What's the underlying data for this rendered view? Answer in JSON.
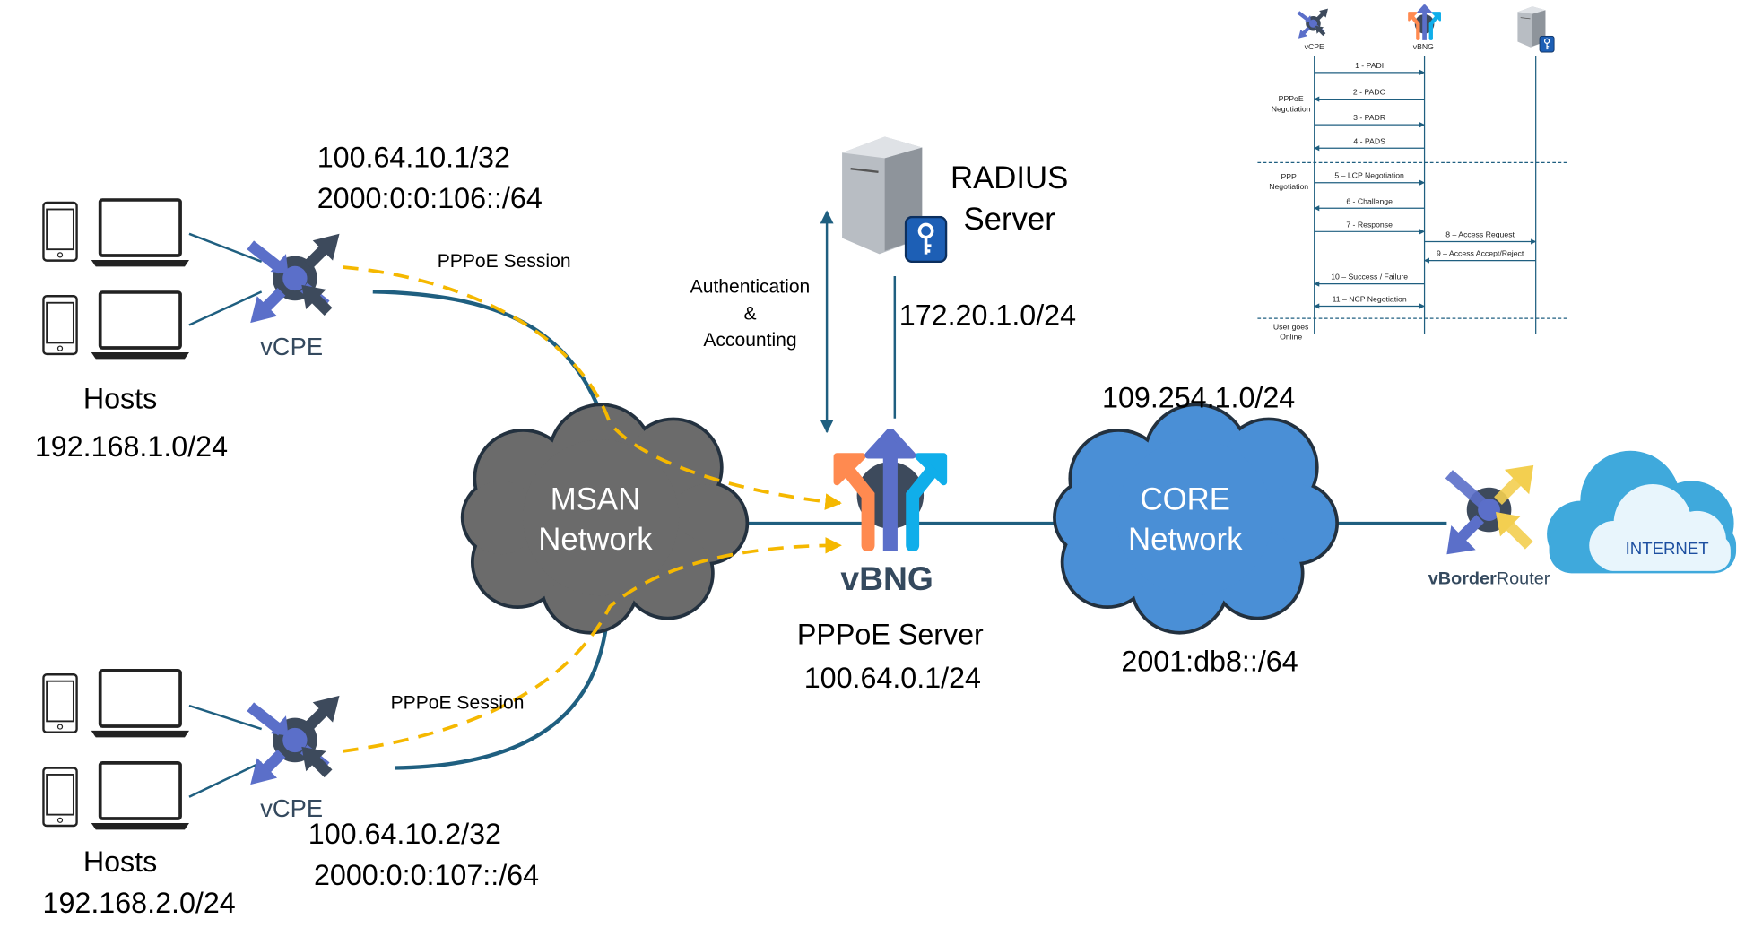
{
  "colors": {
    "link": "#1f5f80",
    "session": "#f5b800",
    "msan_cloud": "#6b6b6b",
    "core_cloud": "#4a8fd6",
    "cloud_outline": "#23313f",
    "vbng_orange": "#ff8a50",
    "vbng_purple": "#5b6fc9",
    "vbng_cyan": "#10aeea",
    "router_yellow": "#f3cf50"
  },
  "hosts_top": {
    "label": "Hosts",
    "subnet": "192.168.1.0/24"
  },
  "hosts_bottom": {
    "label": "Hosts",
    "subnet": "192.168.2.0/24"
  },
  "vcpe_top": {
    "label": "vCPE",
    "ipv4": "100.64.10.1/32",
    "ipv6": "2000:0:0:106::/64",
    "session": "PPPoE Session"
  },
  "vcpe_bottom": {
    "label": "vCPE",
    "ipv4": "100.64.10.2/32",
    "ipv6": "2000:0:0:107::/64",
    "session": "PPPoE Session"
  },
  "msan": {
    "line1": "MSAN",
    "line2": "Network"
  },
  "vbng": {
    "label": "vBNG",
    "role": "PPPoE Server",
    "ip": "100.64.0.1/24"
  },
  "auth": {
    "line1": "Authentication",
    "line2": "&",
    "line3": "Accounting"
  },
  "radius": {
    "line1": "RADIUS",
    "line2": "Server",
    "subnet": "172.20.1.0/24"
  },
  "core": {
    "line1": "CORE",
    "line2": "Network",
    "ipv4": "109.254.1.0/24",
    "ipv6": "2001:db8::/64"
  },
  "border": {
    "label_bold": "vBorder",
    "label_rest": "Router"
  },
  "internet": {
    "label": "INTERNET"
  },
  "sequence": {
    "participants": [
      "vCPE",
      "vBNG"
    ],
    "phases": [
      {
        "line1": "PPPoE",
        "line2": "Negotiation"
      },
      {
        "line1": "PPP",
        "line2": "Negotiation"
      },
      {
        "line1": "User goes",
        "line2": "Online"
      }
    ],
    "messages": [
      {
        "label": "1 - PADI",
        "from": "vCPE",
        "to": "vBNG"
      },
      {
        "label": "2 - PADO",
        "from": "vBNG",
        "to": "vCPE"
      },
      {
        "label": "3 - PADR",
        "from": "vCPE",
        "to": "vBNG"
      },
      {
        "label": "4 - PADS",
        "from": "vBNG",
        "to": "vCPE"
      },
      {
        "label": "5 – LCP Negotiation",
        "from": "vCPE",
        "to": "vBNG"
      },
      {
        "label": "6 - Challenge",
        "from": "vBNG",
        "to": "vCPE"
      },
      {
        "label": "7 - Response",
        "from": "vCPE",
        "to": "vBNG"
      },
      {
        "label": "8 – Access Request",
        "from": "vBNG",
        "to": "RADIUS"
      },
      {
        "label": "9 – Access Accept/Reject",
        "from": "RADIUS",
        "to": "vBNG"
      },
      {
        "label": "10 – Success / Failure",
        "from": "vBNG",
        "to": "vCPE"
      },
      {
        "label": "11 – NCP Negotiation",
        "from": "both",
        "to": "both"
      }
    ]
  }
}
